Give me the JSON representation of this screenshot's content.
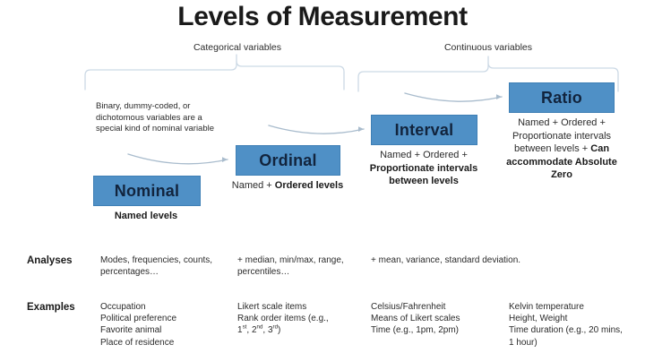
{
  "title": "Levels of Measurement",
  "groups": {
    "categorical": "Categorical variables",
    "continuous": "Continuous variables"
  },
  "notes": {
    "nominal_note": "Binary, dummy-coded, or dichotomous variables are a special kind of nominal variable"
  },
  "levels": [
    {
      "key": "nominal",
      "label": "Nominal",
      "caption_plain": "",
      "caption_bold": "Named levels"
    },
    {
      "key": "ordinal",
      "label": "Ordinal",
      "caption_plain": "Named +",
      "caption_bold": "Ordered levels"
    },
    {
      "key": "interval",
      "label": "Interval",
      "caption_plain": "Named + Ordered +",
      "caption_bold": "Proportionate intervals between levels"
    },
    {
      "key": "ratio",
      "label": "Ratio",
      "caption_plain": "Named + Ordered + Proportionate intervals between levels +",
      "caption_bold": "Can accommodate Absolute Zero"
    }
  ],
  "rows": {
    "analyses_label": "Analyses",
    "examples_label": "Examples",
    "analyses": {
      "nominal": "Modes, frequencies, counts, percentages…",
      "ordinal": "+ median, min/max, range, percentiles…",
      "interval": "+ mean, variance, standard deviation."
    },
    "examples": {
      "nominal": "Occupation\nPolitical preference\nFavorite animal\nPlace of residence",
      "ordinal_line1": "Likert scale items",
      "ordinal_line2": "Rank order items (e.g.,",
      "ordinal_line3_prefix": "1",
      "ordinal_line3_sup1": "st",
      "ordinal_line3_mid1": ", 2",
      "ordinal_line3_sup2": "nd",
      "ordinal_line3_mid2": ", 3",
      "ordinal_line3_sup3": "rd",
      "ordinal_line3_suffix": ")",
      "interval": "Celsius/Fahrenheit\nMeans of Likert scales\nTime (e.g., 1pm, 2pm)",
      "ratio": "Kelvin temperature\nHeight, Weight\nTime duration (e.g., 20 mins, 1 hour)"
    }
  },
  "colors": {
    "box_fill": "#4f90c6",
    "box_text": "#12243d",
    "bracket": "#c9d6e3",
    "connector": "#9fb3c6"
  }
}
